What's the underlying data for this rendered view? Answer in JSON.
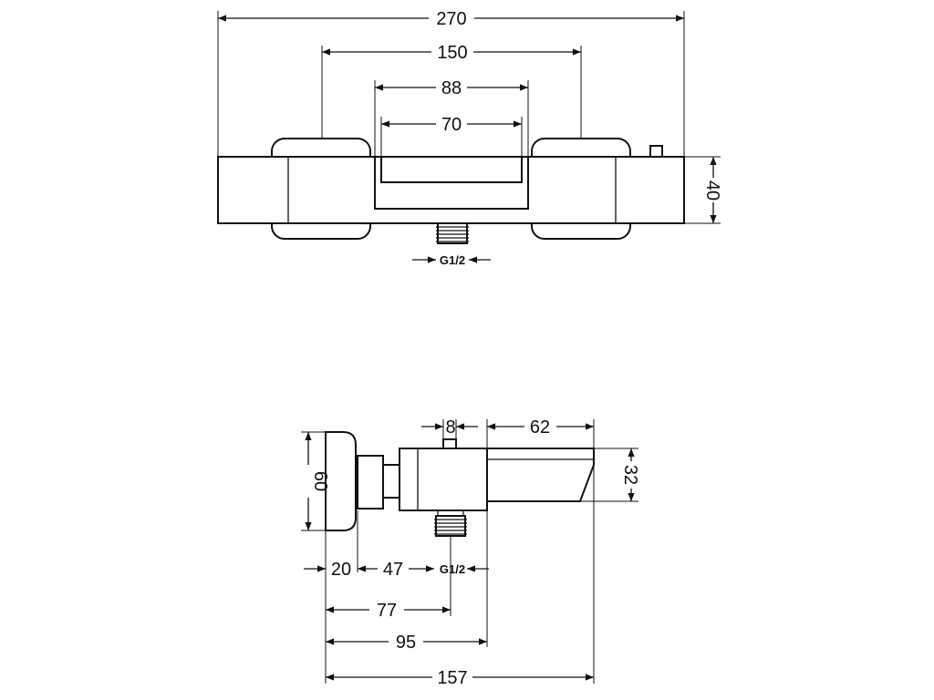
{
  "front_view": {
    "dims": {
      "overall_width": "270",
      "handles_span": "150",
      "outlet_outer": "88",
      "outlet_inner": "70",
      "height": "40",
      "inlet_thread": "G1/2"
    }
  },
  "side_view": {
    "dims": {
      "pin": "8",
      "spout": "62",
      "depth": "60",
      "spout_height": "32",
      "flange": "20",
      "body_offset": "47",
      "inlet_thread": "G1/2",
      "to_inlet": "77",
      "to_body_end": "95",
      "overall_depth": "157"
    }
  }
}
